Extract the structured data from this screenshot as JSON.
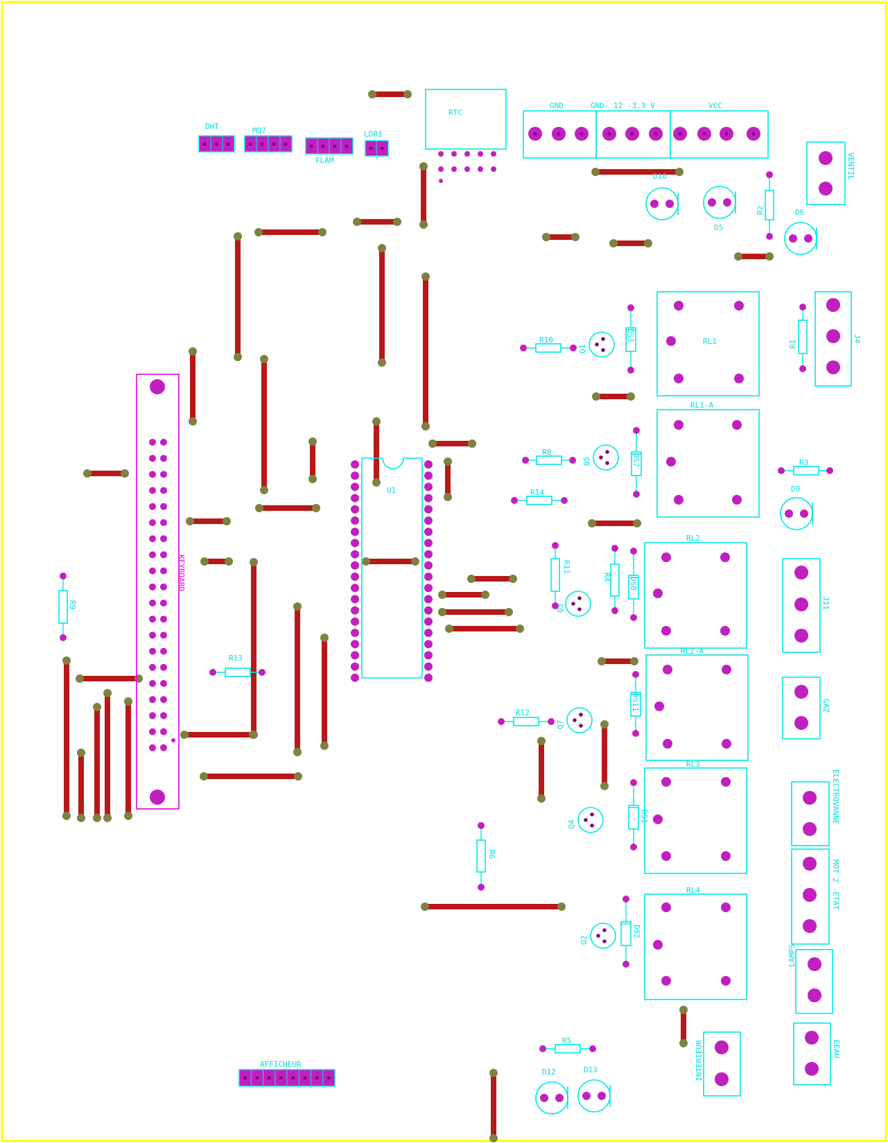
{
  "colors": {
    "silkscreen": "#00e8e8",
    "connector_outline": "#e000e0",
    "pad": "#c020c0",
    "jumper": "#b81818",
    "jumper_end": "#808040",
    "border": "#ffff00"
  },
  "labels": {
    "rtc": "RTC",
    "gnd": "GND",
    "gnd_supply": "GND- 12 -3.3 V",
    "vcc": "VCC",
    "dht": "DHT",
    "mq7": "MQ7",
    "flam": "FLAM",
    "ldr1": "LDR1",
    "u1": "U1",
    "d10": "D10",
    "d5": "D5",
    "d6": "D6",
    "d9": "D9",
    "d12": "D12",
    "d13": "D13",
    "r1": "R1",
    "r2": "R2",
    "r3": "R3",
    "r4": "R4",
    "r5": "R5",
    "r6": "R6",
    "r8": "R8",
    "r9": "R9",
    "r10": "R10",
    "r11": "R11",
    "r12": "R12",
    "r13": "R13",
    "r14": "R14",
    "q1": "Q1",
    "q2": "Q2",
    "q3": "Q3",
    "q4": "Q4",
    "q5": "Q5",
    "q7": "Q7",
    "ds1": "DS1",
    "ds2": "DS2",
    "ds3": "DS3",
    "ds7": "DS7",
    "ds8": "DS8",
    "ds11": "DS11",
    "rl1": "RL1",
    "rl1a": "RL1-A",
    "rl2": "RL2",
    "rl2a": "RL2-A",
    "rl3": "RL3",
    "rl4": "RL4",
    "ventil": "VENTIL",
    "j4": "J4",
    "j11": "J11",
    "gaz": "GAZ",
    "electro": "ELECTROVANNE",
    "mot2": "MOT 2 -ETAT",
    "lamps": "LAMPS",
    "eeau": "EEAU",
    "interieur": "INTERIEUR",
    "afficheur": "AFFICHEUR",
    "keyboard": "KEYBOARD"
  }
}
